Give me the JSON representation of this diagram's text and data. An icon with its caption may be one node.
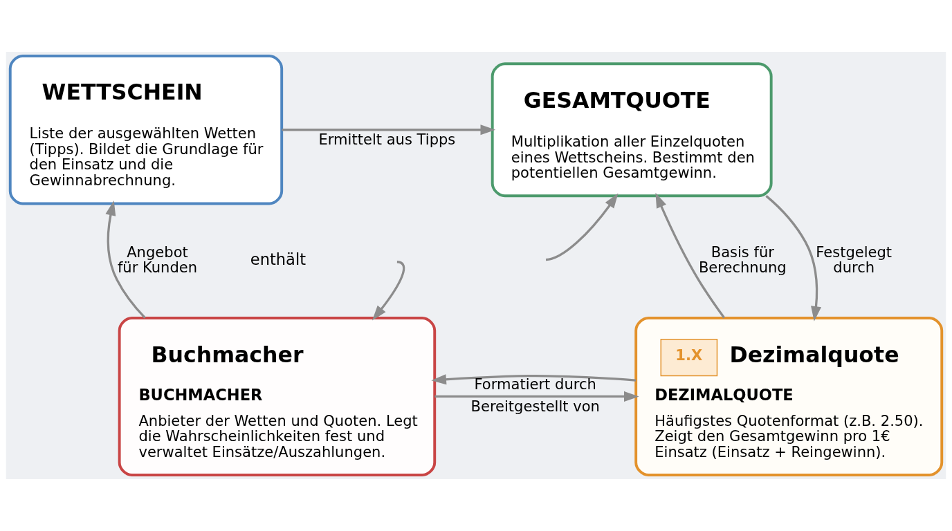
{
  "diagram": {
    "nodes": [
      {
        "text": [
          "WETTSCHEIN",
          "Liste der ausgewählten Wetten (Tipps). Bildet die Grundlage für den Einsatz und die Gewinnabrechnung."
        ]
      },
      {
        "text": [
          "GESAMTQUOTE",
          "Multiplikation aller Einzelquoten eines Wettscheins. Bestimmt den potentiellen Gesamtgewinn."
        ]
      },
      {
        "text": [
          "Buchmacher",
          "BUCHMACHER",
          "Anbieter der Wetten und Quoten. Legt die Wahrscheinlichkeiten fest und verwaltet Einsätze/Auszahlungen."
        ]
      },
      {
        "text": [
          "1.X",
          "Dezimalquote",
          "DEZIMALQUOTE",
          "Häufigstes Quotenformat (z.B. 2.50). Zeigt den Gesamtgewinn pro 1€ Einsatz (Einsatz + Reingewinn)."
        ]
      }
    ],
    "edges": [
      {
        "from": 0,
        "to": 1,
        "arrow": "to",
        "label": "Ermittelt aus Tipps"
      },
      {
        "from": 2,
        "to": 0,
        "arrow": "to",
        "label": "Angebot für Kunden"
      },
      {
        "from": 1,
        "to": 3,
        "arrow": "to",
        "label": "Festgelegt durch"
      },
      {
        "from": 3,
        "to": 1,
        "arrow": "to",
        "label": "Basis für Berechnung"
      },
      {
        "from": 2,
        "to": 3,
        "arrow": "to",
        "label": "Bereitgestellt von"
      },
      {
        "from": 3,
        "to": 2,
        "arrow": "to",
        "label": "Formatiert durch"
      },
      {
        "from": null,
        "to": 1,
        "arrow": "to"
      },
      {
        "from": null,
        "to": 2,
        "arrow": "to"
      }
    ],
    "labels": [
      "enthält"
    ]
  }
}
